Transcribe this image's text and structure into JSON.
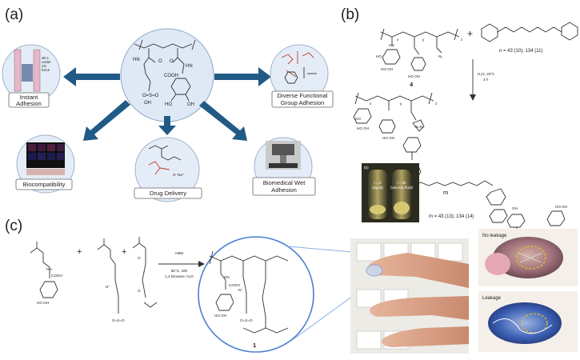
{
  "panels": {
    "a": {
      "letter": "(a)",
      "labels": {
        "instant": "Instant\nAdhesion",
        "diverse": "Diverse Functional\nGroup Adhesion",
        "biocompat": "Biocompatibility",
        "drug": "Drug Delivery",
        "wet": "Biomedical Wet\nAdhesion"
      },
      "instant_note": "30 s\nunder\n1N\nforce"
    },
    "b": {
      "letter": "(b)",
      "compound4": "4",
      "plus": "+",
      "n_text": "n = 43 (10); 134 (11)",
      "conditions": "H₂O, 23°C\n3 h",
      "m_label": "m",
      "m_text": "m = 43 (13); 134 (14)",
      "inset_letter": "(b)",
      "vial_left": "t = 0\n(liquid)",
      "vial_right": "t = 3h\n(viscous fluid)"
    },
    "c": {
      "letter": "(c)",
      "plus1": "+",
      "plus2": "+",
      "reagent": "AIBN",
      "conditions": "65°C, 16h\n1,4 Dioxane, H₂O",
      "compound1": "1",
      "photo_top": "No leakage",
      "photo_bottom": "Leakage"
    }
  },
  "colors": {
    "circle_fill": "#dfe9f6",
    "arrow": "#225a86",
    "blue_dye": "#3b5fb3",
    "tissue_pink": "#d99590",
    "dashed_yellow": "#e8c21e"
  }
}
